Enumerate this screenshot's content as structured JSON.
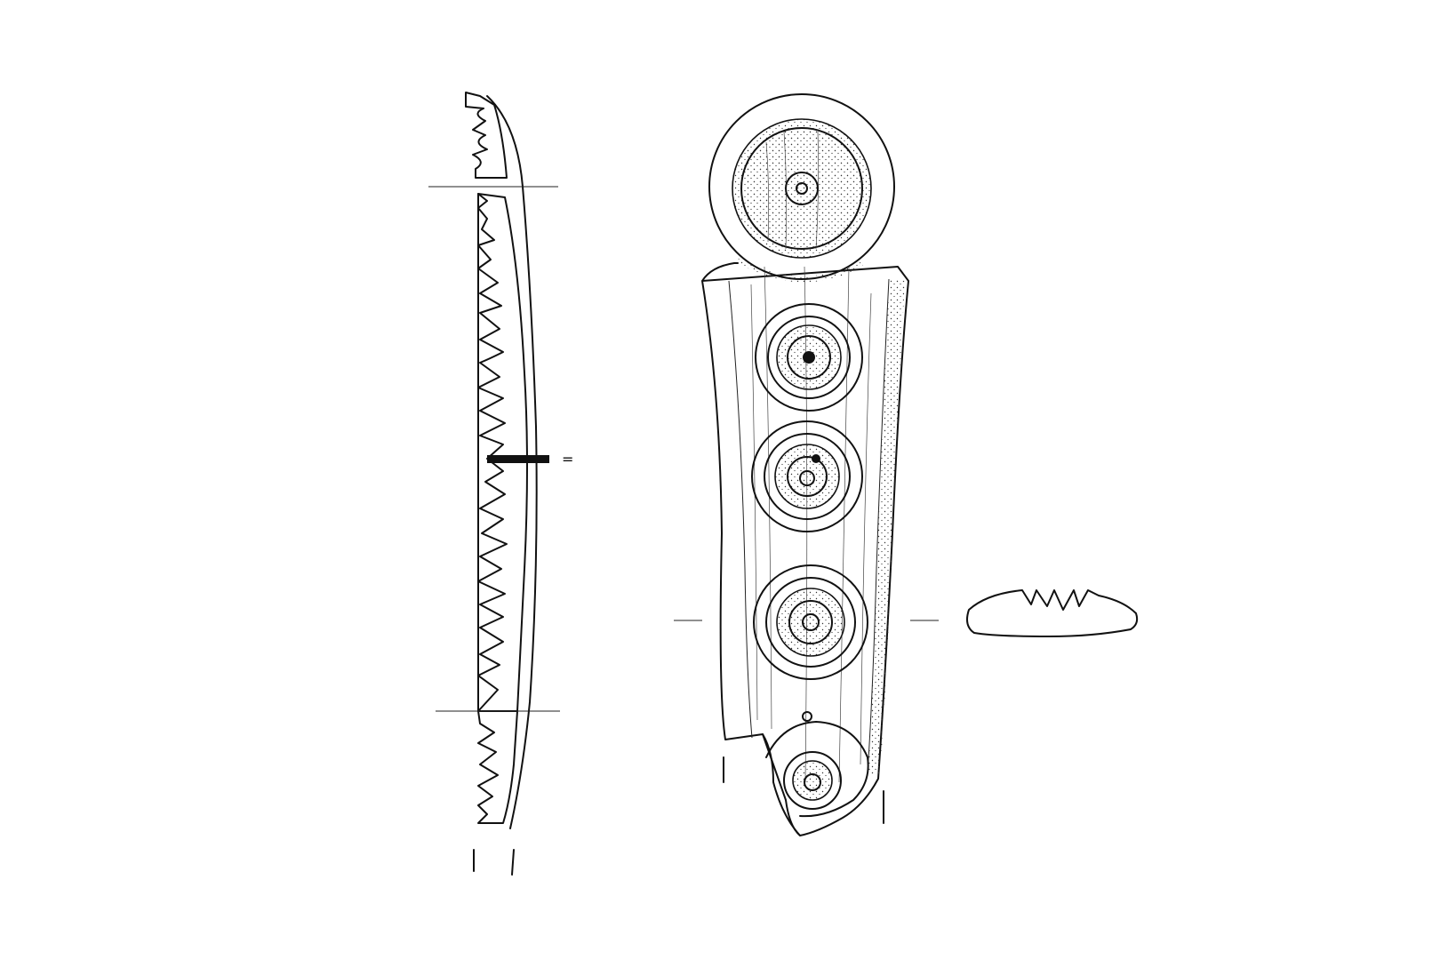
{
  "drawing": {
    "section_marker_text": "=",
    "colors": {
      "ink": "#111111",
      "paper": "#ffffff",
      "stipple": "#333333"
    },
    "views": [
      "side-section-view",
      "front-view",
      "cross-section-view"
    ],
    "front_view": {
      "top_disc_count": 1,
      "ring_and_dot_motif_count": 4,
      "partial_bottom_motif_count": 1
    }
  }
}
